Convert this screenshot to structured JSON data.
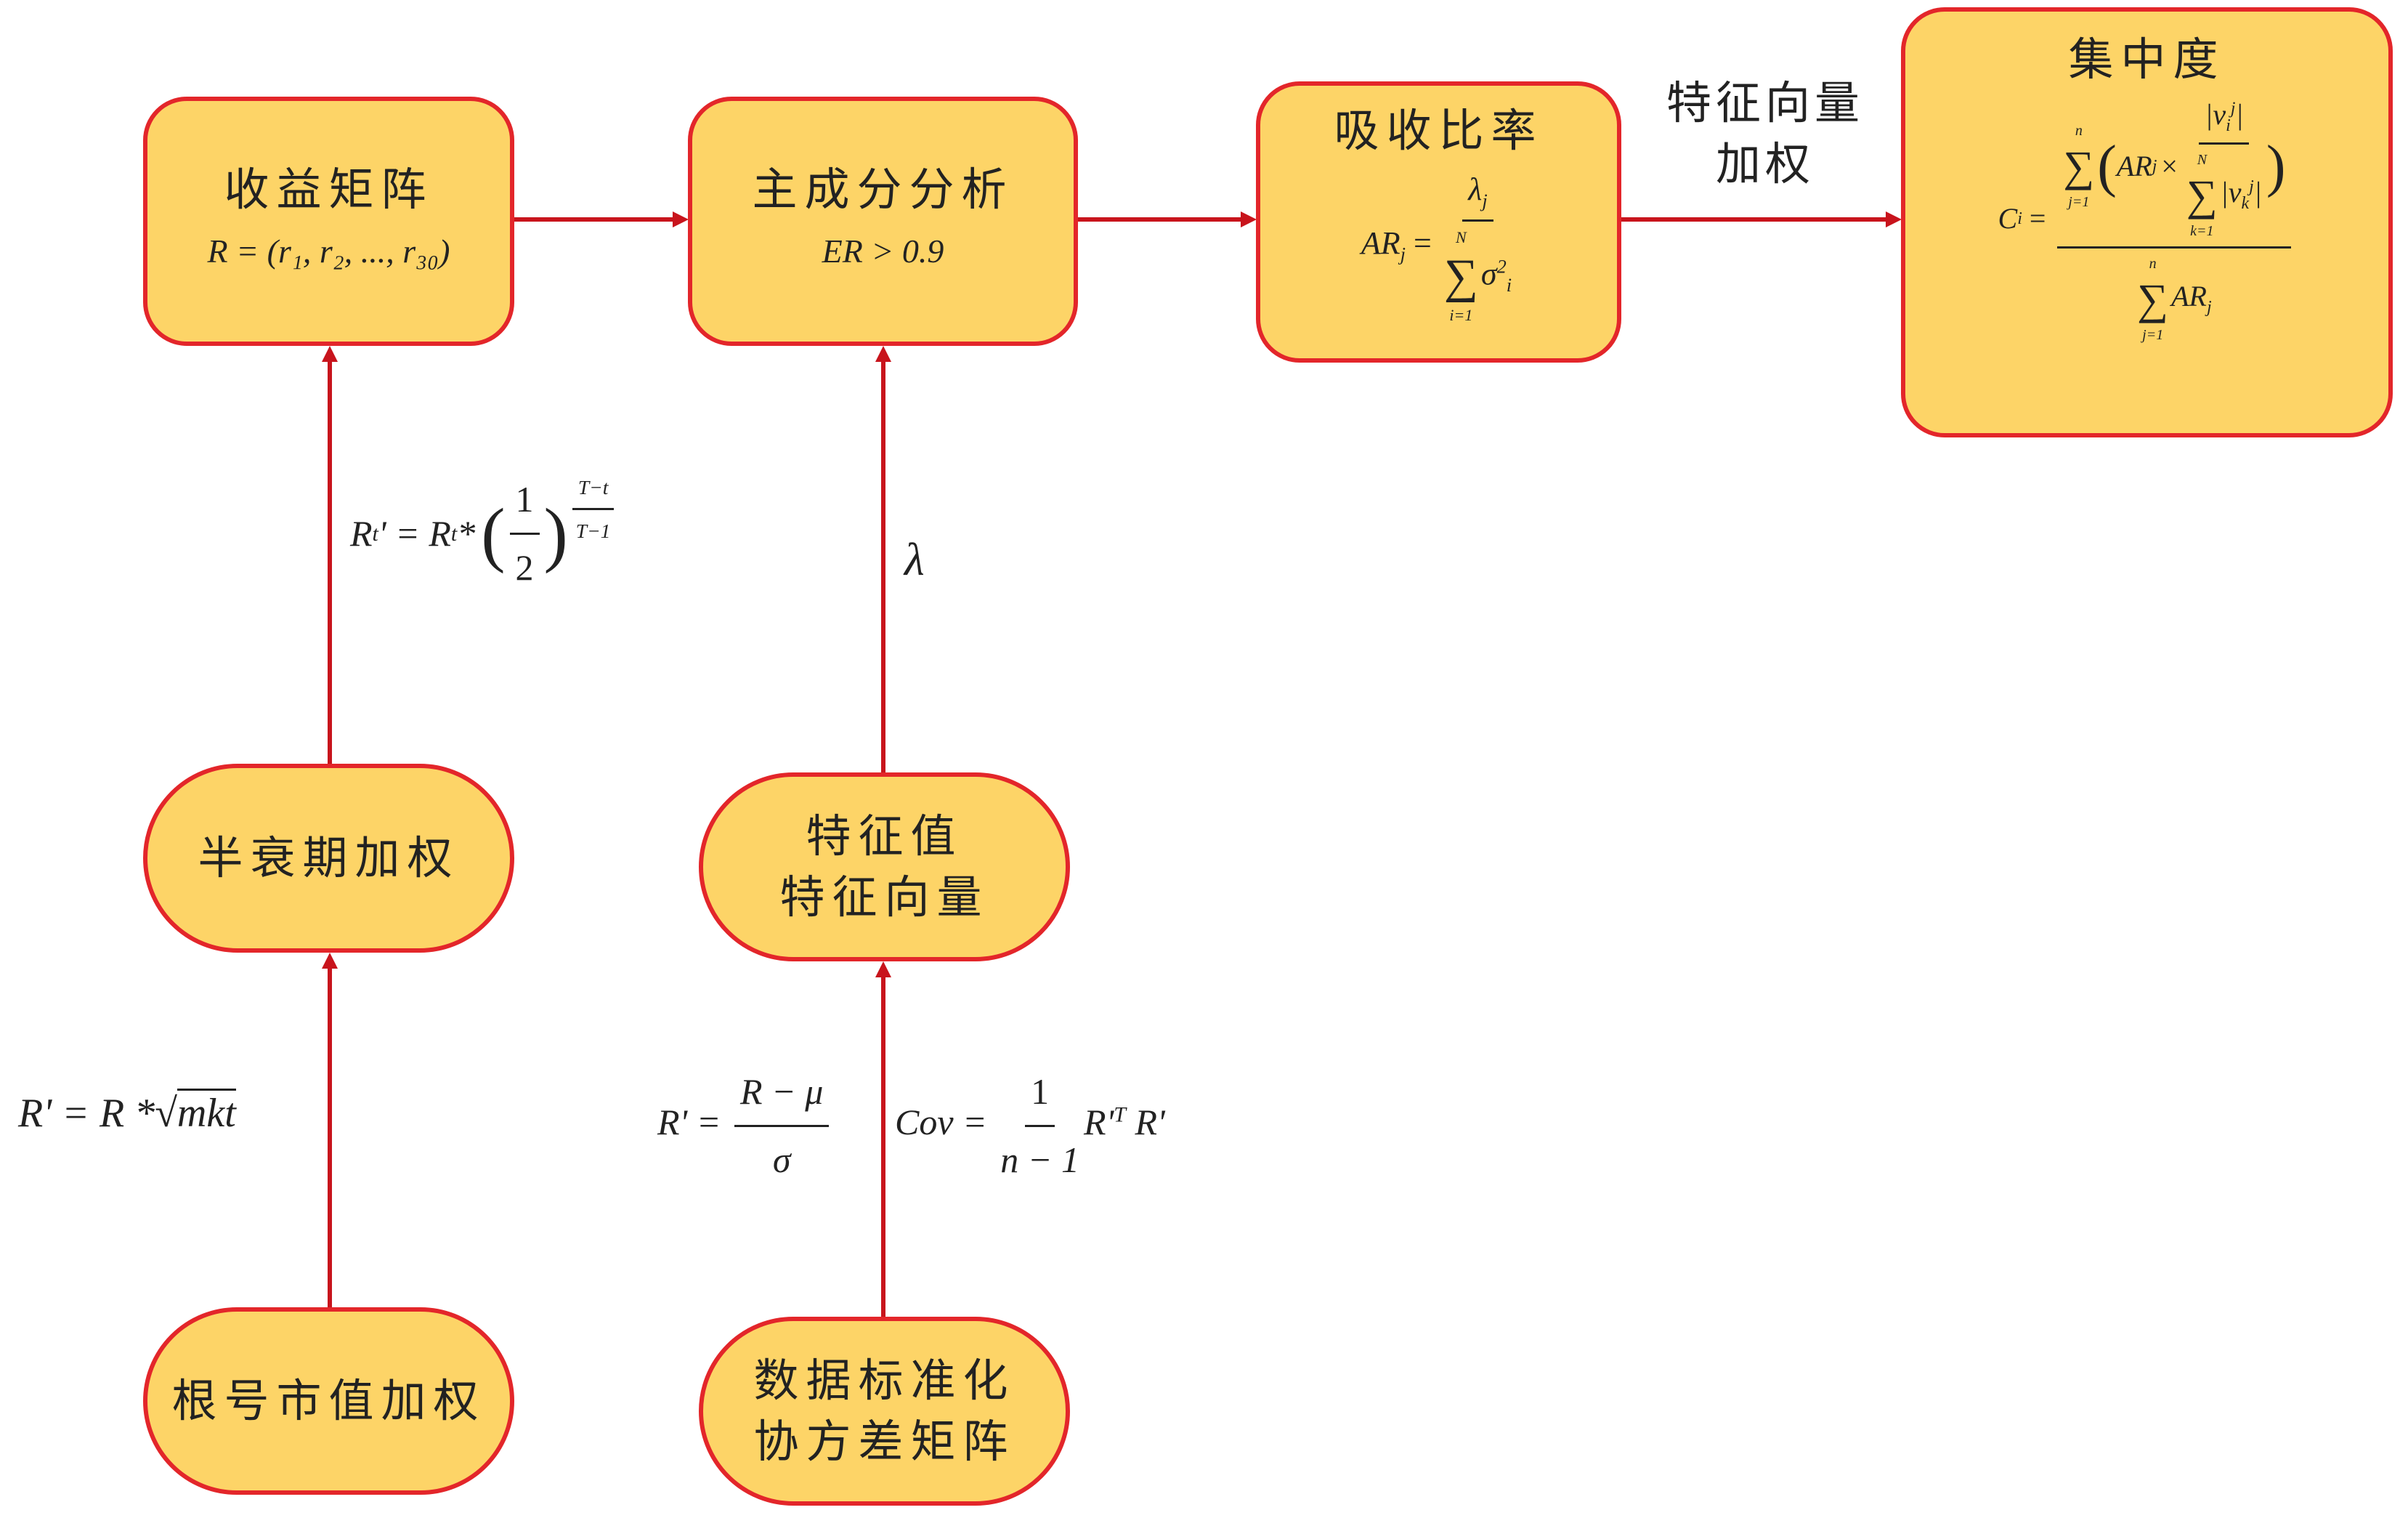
{
  "colors": {
    "node_fill": "#FDD467",
    "node_border": "#E3262A",
    "arrow": "#C8141C"
  },
  "nodes": {
    "return_matrix": {
      "title": "收益矩阵",
      "formula": "R = (r₁, r₂, ..., r₃₀)"
    },
    "pca": {
      "title": "主成分分析",
      "formula": "ER > 0.9"
    },
    "absorption_ratio": {
      "title": "吸收比率",
      "lhs": "AR",
      "lhs_sub": "j",
      "num": "λ",
      "num_sub": "j",
      "sum_top": "N",
      "sum_bot": "i=1",
      "den_term": "σ",
      "den_sup": "2",
      "den_sub": "i"
    },
    "concentration": {
      "title": "集中度",
      "lhs": "C",
      "lhs_sub": "i",
      "sum_top": "n",
      "sum_bot": "j=1",
      "ar": "AR",
      "ar_sub": "j",
      "times": "×",
      "v": "|v",
      "v_sub": "i",
      "v_sup": "j",
      "vk": "|v",
      "vk_sub": "k",
      "sum2_top": "N",
      "sum2_bot": "k=1",
      "den_sum_top": "n",
      "den_sum_bot": "j=1"
    },
    "half_life": {
      "title": "半衰期加权"
    },
    "eigen": {
      "line1": "特征值",
      "line2": "特征向量"
    },
    "sqrt_cap": {
      "title": "根号市值加权"
    },
    "standardize": {
      "line1": "数据标准化",
      "line2": "协方差矩阵"
    }
  },
  "edge_labels": {
    "eigenvector_weight": {
      "line1": "特征向量",
      "line2": "加权"
    },
    "half_life_formula": {
      "lhs": "R",
      "lhs_sub": "t",
      "rhs": "' = R",
      "rhs_sub": "t",
      "star": " *",
      "half_num": "1",
      "half_den": "2",
      "exp_num": "T−t",
      "exp_den": "T−1"
    },
    "lambda": "λ",
    "sqrt_formula": {
      "lhs": "R' = R *",
      "radicand": "mkt"
    },
    "std_formula": {
      "lhs": "R' =",
      "num": "R − μ",
      "den": "σ"
    },
    "cov_formula": {
      "lhs": "Cov =",
      "num": "1",
      "den": "n − 1",
      "rhs": "R'",
      "rhs_sup": "T",
      "rhs2": " R'"
    }
  }
}
